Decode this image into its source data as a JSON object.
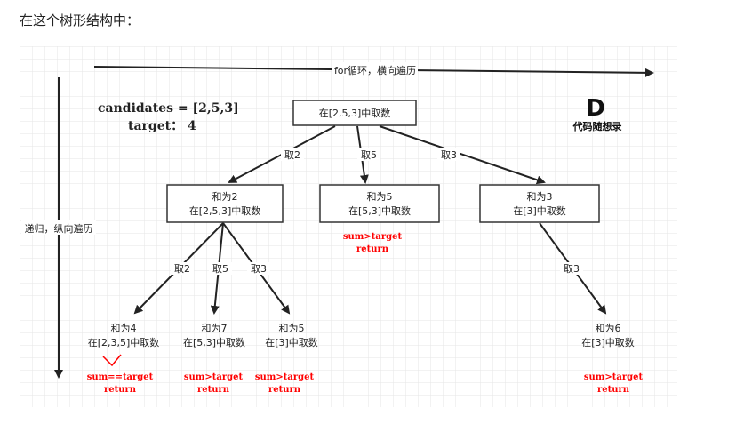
{
  "caption": "在这个树形结构中：",
  "header": {
    "for_label": "for循环，横向遍历",
    "recursion_label": "递归，纵向遍历",
    "candidates": "candidates = [2,5,3]",
    "target": "target：  4"
  },
  "logo": {
    "mark": "D",
    "text": "代码随想录"
  },
  "root": {
    "text": "在[2,5,3]中取数"
  },
  "level1": [
    {
      "line1": "和为2",
      "line2": "在[2,5,3]中取数"
    },
    {
      "line1": "和为5",
      "line2": "在[5,3]中取数",
      "note1": "sum>target",
      "note2": "return"
    },
    {
      "line1": "和为3",
      "line2": "在[3]中取数"
    }
  ],
  "edges1": [
    "取2",
    "取5",
    "取3"
  ],
  "edges2": [
    "取2",
    "取5",
    "取3"
  ],
  "edge3": "取3",
  "leaves": [
    {
      "line1": "和为4",
      "line2": "在[2,3,5]中取数",
      "note1": "sum==target",
      "note2": "return"
    },
    {
      "line1": "和为7",
      "line2": "在[5,3]中取数",
      "note1": "sum>target",
      "note2": "return"
    },
    {
      "line1": "和为5",
      "line2": "在[3]中取数",
      "note1": "sum>target",
      "note2": "return"
    },
    {
      "line1": "和为6",
      "line2": "在[3]中取数",
      "note1": "sum>target",
      "note2": "return"
    }
  ],
  "colors": {
    "grid": "#e6e6e6",
    "ink": "#222222",
    "red": "#ff0000",
    "box": "#333333"
  }
}
